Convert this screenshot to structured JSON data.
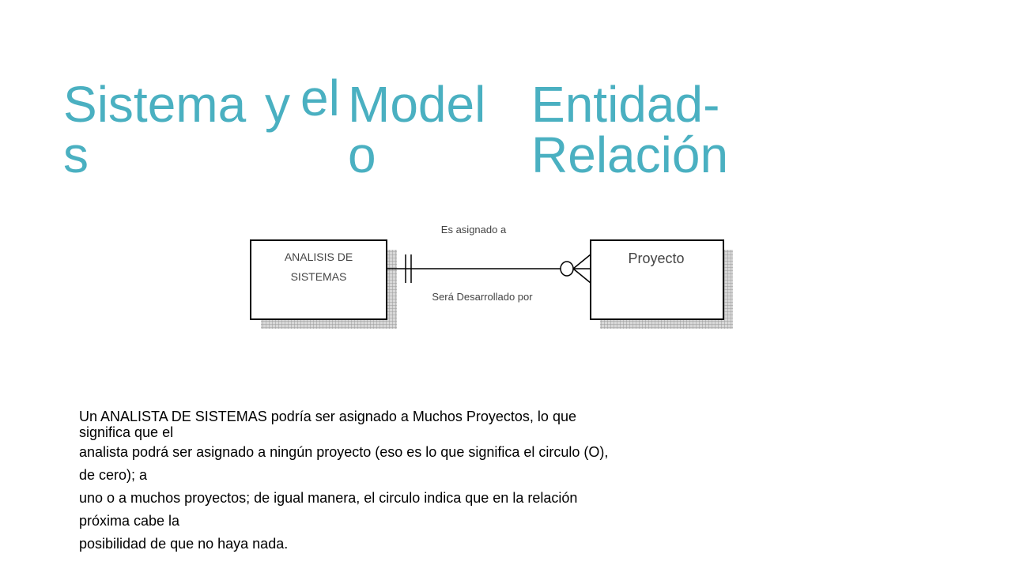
{
  "title": {
    "words": [
      "Sistema s",
      "y",
      "el",
      "Model o",
      "Entidad- Relación"
    ],
    "w1_line1": "Sistema",
    "w1_line2": "s",
    "w2": "y",
    "w3": "el",
    "w4_line1": "Model",
    "w4_line2": "o",
    "w5_line1": "Entidad-",
    "w5_line2": "Relación"
  },
  "diagram": {
    "entity_left_line1": "ANALISIS DE",
    "entity_left_line2": "SISTEMAS",
    "entity_right": "Proyecto",
    "relation_top": "Es asignado a",
    "relation_bottom": "Será Desarrollado por"
  },
  "body": {
    "lines": [
      "Un ANALISTA DE SISTEMAS podría ser asignado a Muchos Proyectos, lo que",
      "significa que el",
      "analista podrá ser asignado a ningún proyecto (eso es lo que significa el circulo (O),",
      "de cero); a",
      "uno o a muchos proyectos; de igual manera, el circulo indica que en la relación",
      "próxima cabe la",
      "posibilidad de que no haya nada."
    ]
  }
}
